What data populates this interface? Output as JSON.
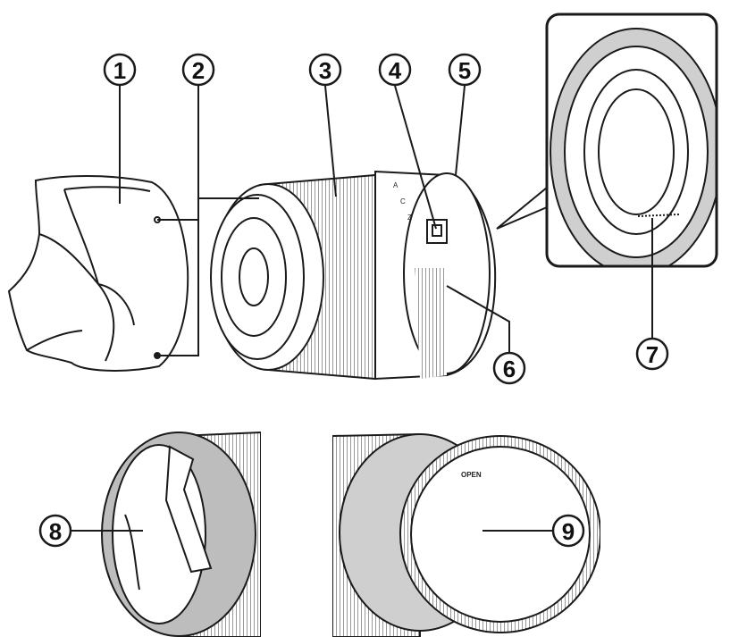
{
  "callouts": [
    {
      "id": 1,
      "label": "1"
    },
    {
      "id": 2,
      "label": "2"
    },
    {
      "id": 3,
      "label": "3"
    },
    {
      "id": 4,
      "label": "4"
    },
    {
      "id": 5,
      "label": "5"
    },
    {
      "id": 6,
      "label": "6"
    },
    {
      "id": 7,
      "label": "7"
    },
    {
      "id": 8,
      "label": "8"
    },
    {
      "id": 9,
      "label": "9"
    }
  ],
  "rear_cap_marking": "OPEN",
  "aperture_ring_marks": [
    "A",
    "C",
    "Z"
  ],
  "colors": {
    "line": "#1a1a1a",
    "fill": "#ffffff",
    "shade": "#cfcfcf"
  }
}
